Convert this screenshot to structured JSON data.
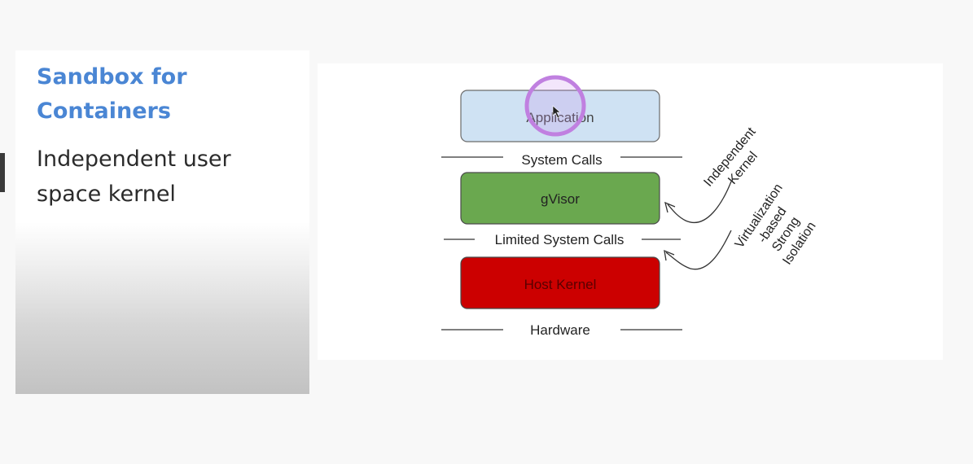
{
  "slide": {
    "title_line1": "Sandbox for",
    "title_line2": "Containers",
    "subtitle_line1": "Independent user",
    "subtitle_line2": "space kernel"
  },
  "diagram": {
    "layers": [
      {
        "label": "Application",
        "fill": "#cfe2f3",
        "stroke": "#6b6b6b"
      },
      {
        "label": "gVisor",
        "fill": "#6aa84f",
        "stroke": "#4a4a4a"
      },
      {
        "label": "Host Kernel",
        "fill": "#cc0000",
        "stroke": "#4a4a4a"
      }
    ],
    "boundaries": [
      "System Calls",
      "Limited System Calls",
      "Hardware"
    ],
    "annotations": {
      "independent_kernel": [
        "Independent",
        "Kernel"
      ],
      "isolation": [
        "Virtualization",
        "-based",
        "Strong",
        "Isolation"
      ]
    }
  },
  "colors": {
    "title_blue": "#4a86d4",
    "cursor_highlight": "#c080e0"
  }
}
